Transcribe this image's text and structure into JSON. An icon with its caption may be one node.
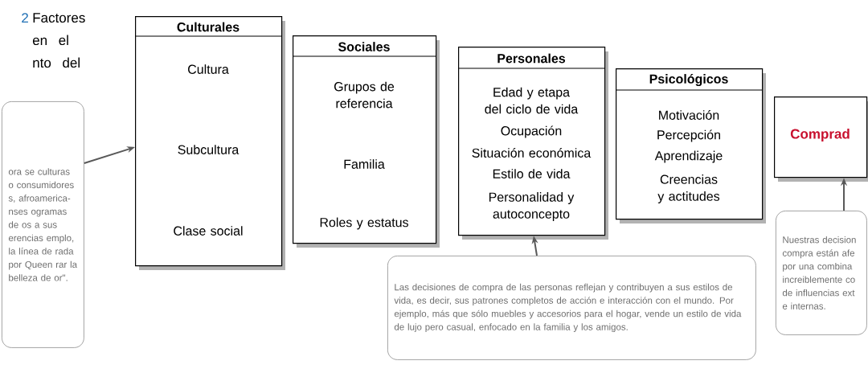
{
  "diagram": {
    "title": "Factores en el nto del",
    "nodes": [
      {
        "text": [
          "Culturales",
          "Cultura",
          "Subcultura",
          "Clase social"
        ]
      },
      {
        "text": [
          "Sociales",
          "Grupos de referencia",
          "Familia",
          "Roles y estatus"
        ]
      },
      {
        "text": [
          "Personales",
          "Edad y etapa del ciclo de vida",
          "Ocupación",
          "Situación económica",
          "Estilo de vida",
          "Personalidad y autoconcepto"
        ]
      },
      {
        "text": [
          "Psicológicos",
          "Motivación",
          "Percepción",
          "Aprendizaje",
          "Creencias y actitudes"
        ]
      },
      {
        "text": [
          "Comprad"
        ]
      },
      {
        "text": [
          "ora se culturas o consumidores s, afroamerica- nses ogramas de os a sus erencias emplo, la línea de rada por Queen rar la belleza de or\"."
        ]
      },
      {
        "text": [
          "Las decisiones de compra de las personas reflejan y contribuyen a sus estilos de vida, es decir, sus patrones completos de acción e interacción con el mundo. Por ejemplo, más que sólo muebles y accesorios para el hogar, vende un estilo de vida de lujo pero casual, enfocado en la familia y los amigos."
        ]
      },
      {
        "text": [
          "Nuestras decision compra están afe por una combina increiblemente co de influencias ext e internas."
        ]
      }
    ],
    "edges": [
      {
        "from": 5,
        "to": 0,
        "arrow": "to"
      },
      {
        "from": 6,
        "to": 2,
        "arrow": "to"
      },
      {
        "from": 7,
        "to": 4,
        "arrow": "to"
      }
    ],
    "labels": [
      "2"
    ]
  }
}
